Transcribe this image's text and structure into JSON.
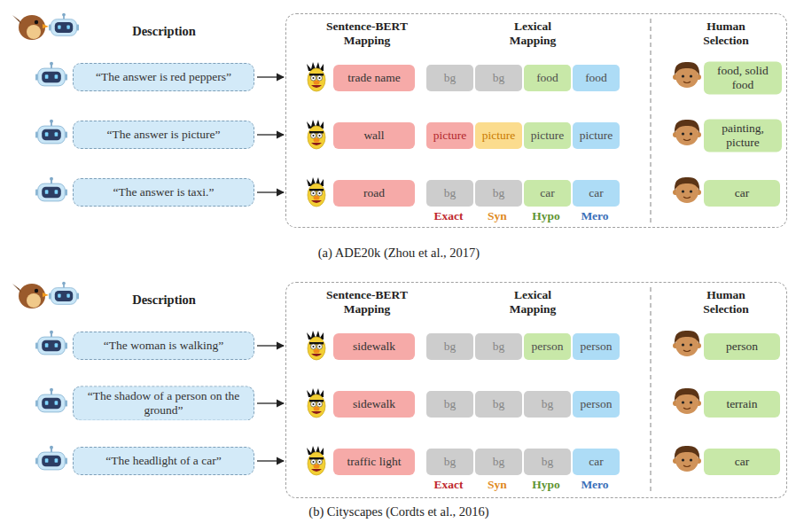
{
  "diagram": {
    "nodes": [
      {
        "text": [
          "Sentence-BERT Mapping",
          "Lexical Mapping",
          "Human Selection"
        ]
      },
      {
        "text": [
          "“The answer is red peppers”"
        ]
      },
      {
        "text": [
          "“The answer is picture”"
        ]
      },
      {
        "text": [
          "“The answer is taxi.”"
        ]
      },
      {
        "text": [
          "trade name"
        ],
        "in": 0
      },
      {
        "text": [
          "bg"
        ],
        "in": 0
      },
      {
        "text": [
          "bg"
        ],
        "in": 0
      },
      {
        "text": [
          "food"
        ],
        "in": 0
      },
      {
        "text": [
          "food"
        ],
        "in": 0
      },
      {
        "text": [
          "food, solid food"
        ],
        "in": 0
      },
      {
        "text": [
          "wall"
        ],
        "in": 0
      },
      {
        "text": [
          "picture"
        ],
        "in": 0
      },
      {
        "text": [
          "picture"
        ],
        "in": 0
      },
      {
        "text": [
          "picture"
        ],
        "in": 0
      },
      {
        "text": [
          "picture"
        ],
        "in": 0
      },
      {
        "text": [
          "painting, picture"
        ],
        "in": 0
      },
      {
        "text": [
          "road"
        ],
        "in": 0
      },
      {
        "text": [
          "bg"
        ],
        "in": 0
      },
      {
        "text": [
          "bg"
        ],
        "in": 0
      },
      {
        "text": [
          "car"
        ],
        "in": 0
      },
      {
        "text": [
          "car"
        ],
        "in": 0
      },
      {
        "text": [
          "car"
        ],
        "in": 0
      },
      {
        "text": [
          "Sentence-BERT Mapping",
          "Lexical Mapping",
          "Human Selection"
        ]
      },
      {
        "text": [
          "“The woman is walking”"
        ]
      },
      {
        "text": [
          "“The shadow of a person on the ground”"
        ]
      },
      {
        "text": [
          "“The headlight of a car”"
        ]
      },
      {
        "text": [
          "sidewalk"
        ],
        "in": 22
      },
      {
        "text": [
          "bg"
        ],
        "in": 22
      },
      {
        "text": [
          "bg"
        ],
        "in": 22
      },
      {
        "text": [
          "person"
        ],
        "in": 22
      },
      {
        "text": [
          "person"
        ],
        "in": 22
      },
      {
        "text": [
          "person"
        ],
        "in": 22
      },
      {
        "text": [
          "sidewalk"
        ],
        "in": 22
      },
      {
        "text": [
          "bg"
        ],
        "in": 22
      },
      {
        "text": [
          "bg"
        ],
        "in": 22
      },
      {
        "text": [
          "bg"
        ],
        "in": 22
      },
      {
        "text": [
          "person"
        ],
        "in": 22
      },
      {
        "text": [
          "terrain"
        ],
        "in": 22
      },
      {
        "text": [
          "traffic light"
        ],
        "in": 22
      },
      {
        "text": [
          "bg"
        ],
        "in": 22
      },
      {
        "text": [
          "bg"
        ],
        "in": 22
      },
      {
        "text": [
          "bg"
        ],
        "in": 22
      },
      {
        "text": [
          "car"
        ],
        "in": 22
      },
      {
        "text": [
          "car"
        ],
        "in": 22
      }
    ],
    "edges": [
      {
        "from": 1,
        "to": 0,
        "arrow": "to"
      },
      {
        "from": 2,
        "to": 0,
        "arrow": "to"
      },
      {
        "from": 3,
        "to": 0,
        "arrow": "to"
      },
      {
        "from": 23,
        "to": 22,
        "arrow": "to"
      },
      {
        "from": 24,
        "to": 22,
        "arrow": "to"
      },
      {
        "from": 25,
        "to": 22,
        "arrow": "to"
      }
    ],
    "labels": [
      "Description",
      "Exact",
      "Syn",
      "Hypo",
      "Mero",
      "(a) ADE20k (Zhou et al., 2017)",
      "Description",
      "Exact",
      "Syn",
      "Hypo",
      "Mero",
      "(b) Cityscapes (Cordts et al., 2016)"
    ]
  }
}
